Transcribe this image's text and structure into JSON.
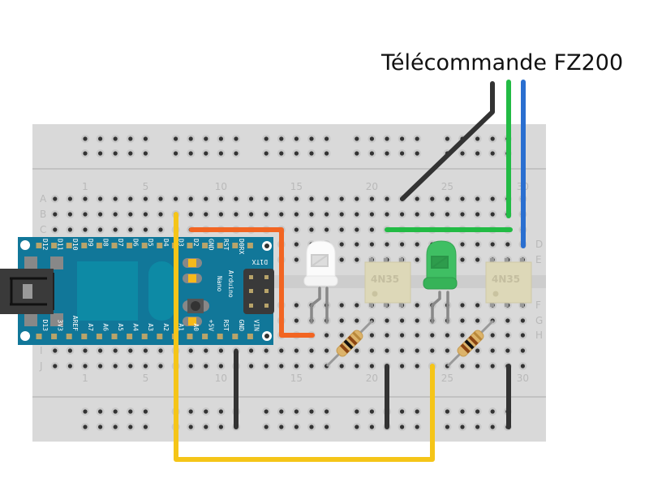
{
  "title": "Télécommande FZ200",
  "breadboard": {
    "row_labels_top": [
      "A",
      "B",
      "C",
      "D",
      "E"
    ],
    "row_labels_bottom": [
      "F",
      "G",
      "H",
      "I",
      "J"
    ],
    "column_numbers": [
      "1",
      "5",
      "10",
      "15",
      "20",
      "25",
      "30"
    ],
    "board_color": "#d9d9d9"
  },
  "arduino": {
    "name_line1": "Arduino",
    "name_line2": "Nano",
    "top_pins": [
      "D12",
      "D11",
      "D10",
      "D9",
      "D8",
      "D7",
      "D6",
      "D5",
      "D4",
      "D3",
      "D2",
      "GND",
      "RST",
      "D0RX"
    ],
    "tx_pin": "D1TX",
    "bottom_pins": [
      "D13",
      "3V3",
      "AREF",
      "A7",
      "A6",
      "A5",
      "A4",
      "A3",
      "A2",
      "A1",
      "A0",
      "+5V",
      "RST",
      "GND",
      "VIN"
    ],
    "board_color": "#117799"
  },
  "components": {
    "optocoupler_1": "4N35",
    "optocoupler_2": "4N35",
    "led_1_color": "#ffffff",
    "led_2_color": "#33bb55"
  },
  "wire_colors": {
    "black": "#333333",
    "green": "#22bb44",
    "blue": "#2a6fd0",
    "orange": "#f26522",
    "yellow": "#f5c518"
  }
}
